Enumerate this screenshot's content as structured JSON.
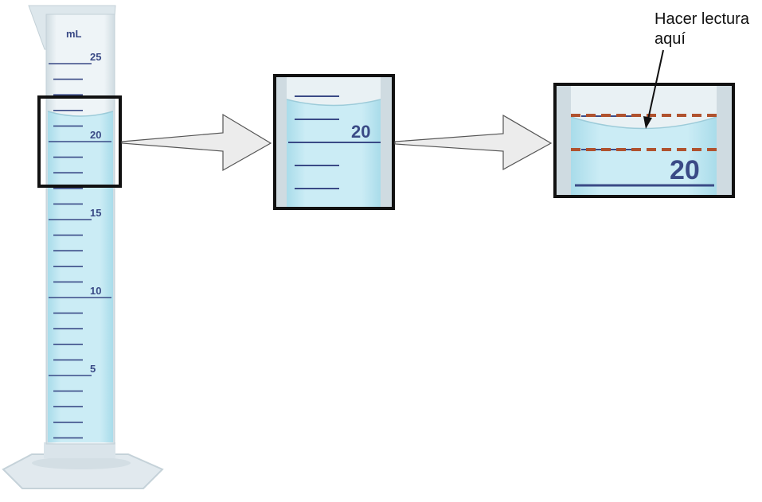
{
  "cylinder": {
    "unit_label": "mL",
    "scale_labels": [
      "25",
      "20",
      "15",
      "10",
      "5"
    ],
    "liquid_level_ml": 21
  },
  "zoom_middle": {
    "scale_label": "20"
  },
  "zoom_right": {
    "scale_label": "20",
    "annotation": [
      "Hacer lectura",
      "aquí"
    ]
  },
  "colors": {
    "glass": "#e4edf1",
    "liquid": "#c6e9f3",
    "tick": "#3a4a86",
    "frame": "#111111",
    "guide_dashes": "#b0522e",
    "arrow_fill": "#ececec"
  }
}
